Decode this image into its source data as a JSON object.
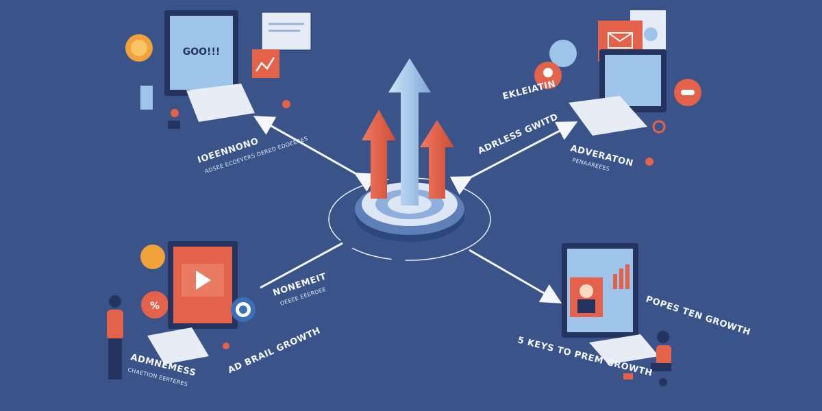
{
  "palette": {
    "background": "#3a5489",
    "arrow_blue": "#a9c8ea",
    "arrow_red": "#e5624a",
    "accent_orange": "#f2a23a",
    "screen_blue": "#9ec4ea",
    "white": "#f4f6fb"
  },
  "center": {
    "icon": "growth-arrows-on-target-icon"
  },
  "nodes": {
    "top_left": {
      "screen_text": "GOO!!!",
      "label": "IOEENNONO",
      "sublabel": "ADSEE ECOEVERS OERED EDOEERES",
      "icons": [
        "coin-icon",
        "monitor-icon",
        "browser-window-icon",
        "chart-card-icon",
        "keyboard-icon"
      ]
    },
    "top_right": {
      "label_top": "EKLEIATIN",
      "label": "ADVERATON",
      "sublabel": "PENAAREEES",
      "arrow_caption": "ADRLESS GWITD",
      "icons": [
        "email-icon",
        "location-pin-icon",
        "monitor-icon",
        "keyboard-icon",
        "toggle-icon"
      ]
    },
    "bottom_left": {
      "label": "NONEMEIT",
      "sublabel": "OEEEE EEERDEE",
      "caption": "AD BRAIL GROWTH",
      "person_label": "ADMNEMESS",
      "person_sublabel": "CHAETION EERTERES",
      "icons": [
        "play-button-icon",
        "percent-badge-icon",
        "target-icon",
        "monitor-icon",
        "keyboard-icon"
      ]
    },
    "bottom_right": {
      "label": "POPES TEN GROWTH",
      "caption": "5 KEYS TO PREM GROWTH",
      "icons": [
        "video-call-icon",
        "bar-chart-icon",
        "monitor-icon",
        "keyboard-icon"
      ]
    }
  }
}
